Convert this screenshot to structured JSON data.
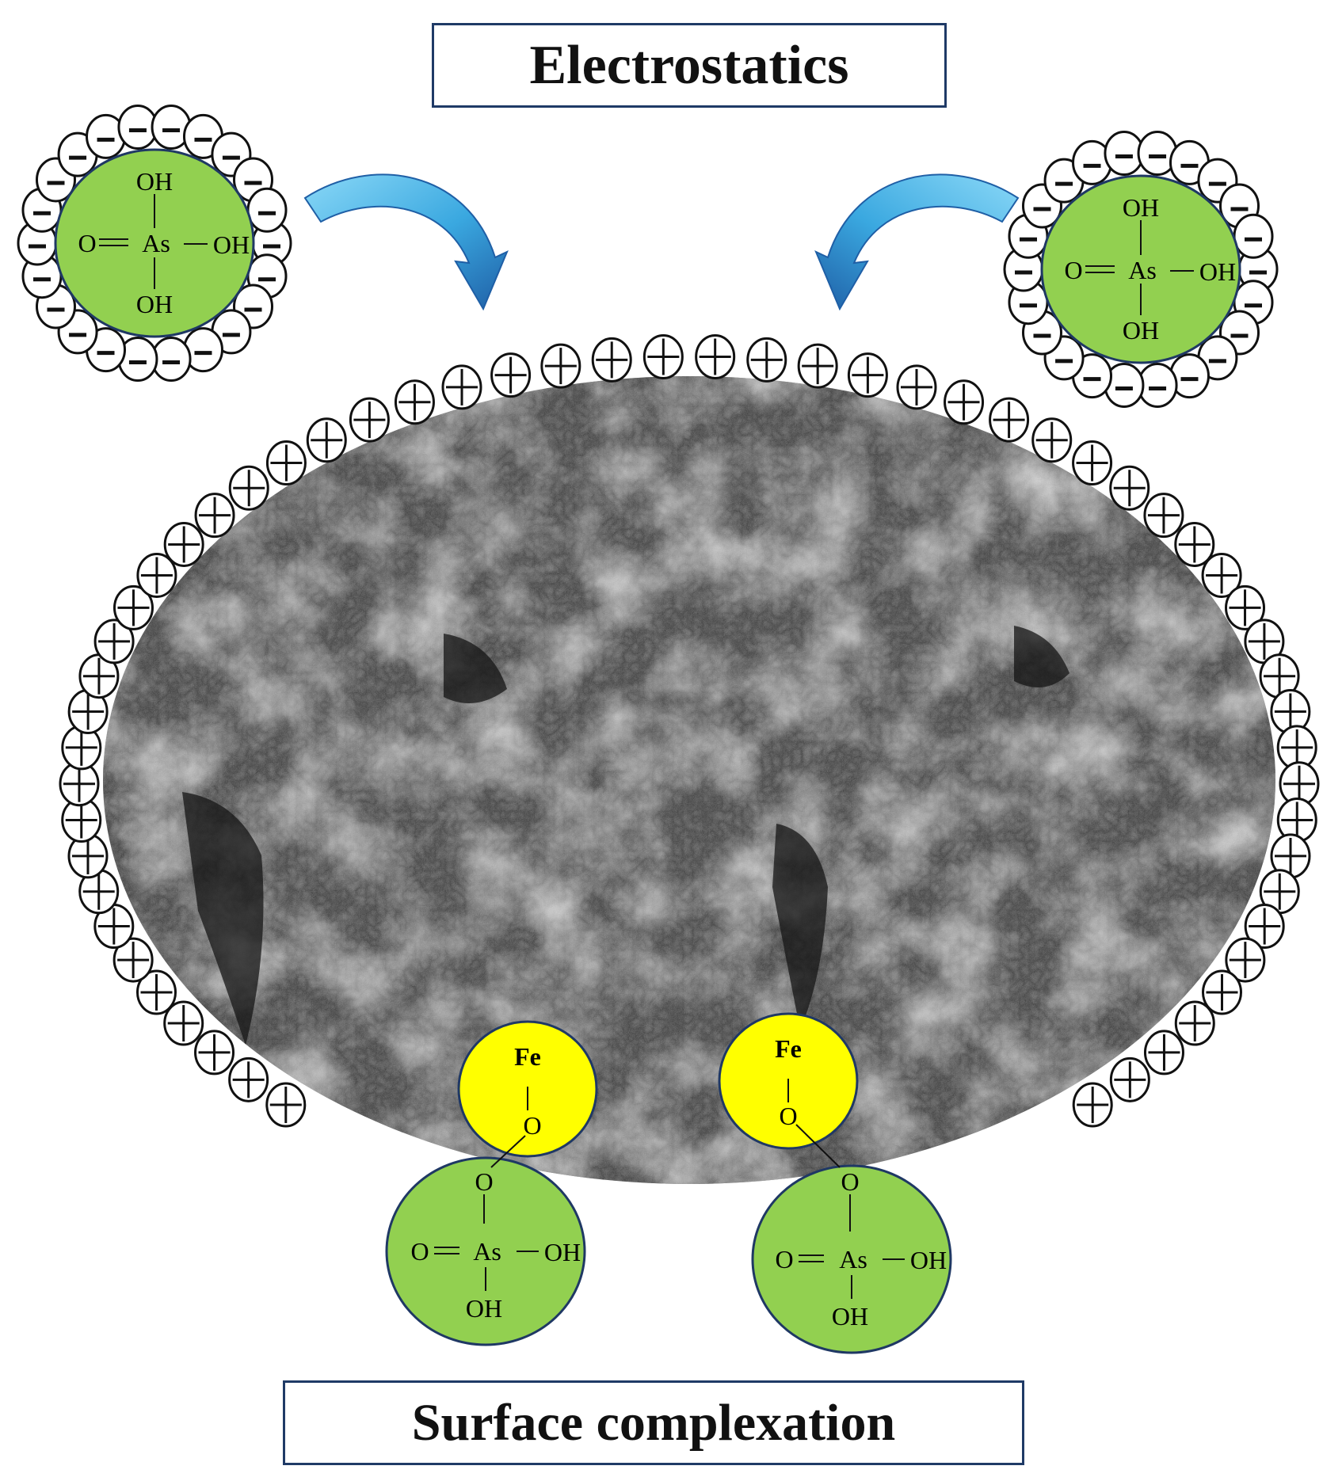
{
  "title_top": "Electrostatics",
  "title_bottom": "Surface complexation",
  "molecule": {
    "oh": "OH",
    "o": "O",
    "as": "As"
  },
  "iron": "Fe",
  "bridging_o": "O",
  "charges": {
    "negative": "–",
    "positive": "+"
  },
  "colors": {
    "molecule_fill": "#92d050",
    "molecule_stroke": "#1f3864",
    "iron_fill": "#ffff00",
    "arrow_light": "#5fc6f0",
    "arrow_dark": "#1f5fa6",
    "box_border": "#1f3a66",
    "sem_dark": "#2a2a2a",
    "sem_light": "#bdbdbd"
  }
}
